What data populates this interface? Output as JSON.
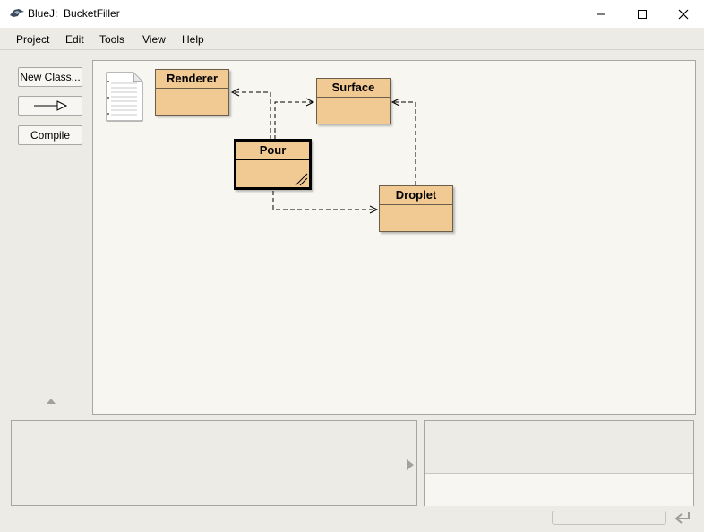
{
  "window": {
    "title": "BlueJ:  BucketFiller",
    "app_icon": "bluej-bird-icon",
    "controls": [
      "minimize-icon",
      "maximize-icon",
      "close-icon"
    ]
  },
  "menu": [
    "Project",
    "Edit",
    "Tools",
    "View",
    "Help"
  ],
  "sidebar": {
    "new_class": "New Class...",
    "arrow_icon": "inheritance-arrow-icon",
    "compile": "Compile",
    "collapse_icon": "triangle-up-icon"
  },
  "diagram": {
    "readme_icon": "document-icon",
    "classes": [
      {
        "name": "Renderer",
        "selected": false
      },
      {
        "name": "Surface",
        "selected": false
      },
      {
        "name": "Pour",
        "selected": true
      },
      {
        "name": "Droplet",
        "selected": false
      }
    ],
    "colors": {
      "class_fill": "#f1c993",
      "canvas": "#f7f6f1"
    }
  },
  "bottom": {
    "expand_icon": "triangle-right-icon",
    "status_return_icon": "return-arrow-icon"
  }
}
